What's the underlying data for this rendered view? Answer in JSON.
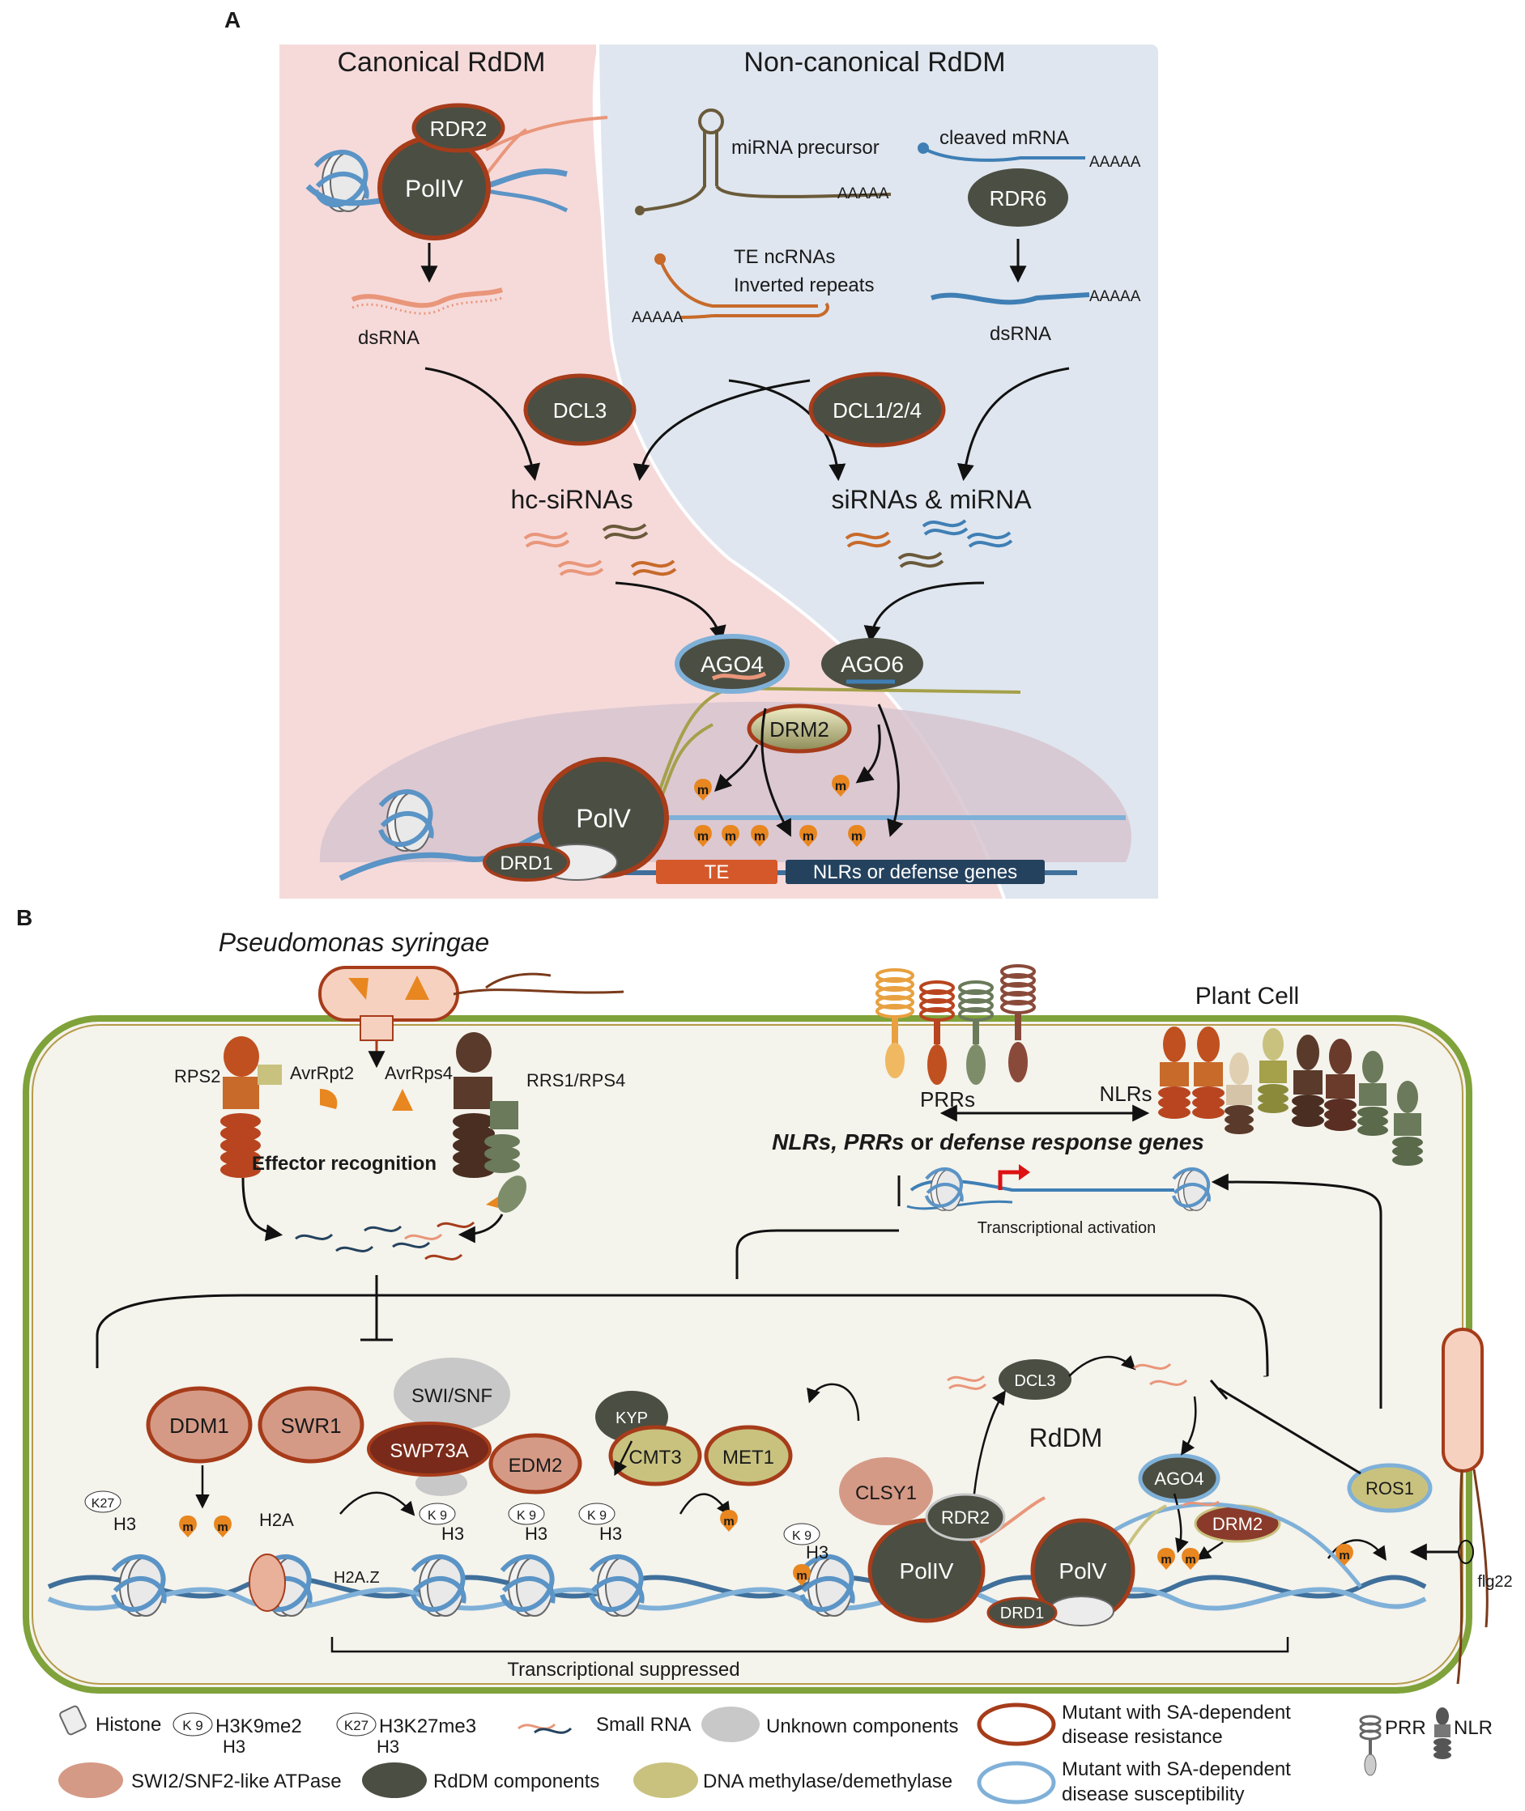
{
  "panel_a": {
    "panel_label": "A",
    "canonical_title": "Canonical RdDM",
    "noncanonical_title": "Non-canonical RdDM",
    "colors": {
      "canonical_bg": "#f6dada",
      "noncanonical_bg": "#dfe6ef",
      "nucleus": "#d7c4cf",
      "dark": "#4b4e42",
      "rust": "#a63c1a",
      "salmon": "#e9967a",
      "olive_brown": "#8a6a2e",
      "orange_rna": "#c76a2a",
      "blue_rna": "#3f7fb5",
      "dna_blue": "#5b94c6",
      "methyl": "#e8861f"
    },
    "rdr2": "RDR2",
    "pol4": "PolIV",
    "dsrna_left": "dsRNA",
    "mirna_precursor": "miRNA precursor",
    "mirna_polya": "AAAAA",
    "cleaved_mrna": "cleaved mRNA",
    "cleaved_polya": "AAAAA",
    "rdr6": "RDR6",
    "te_ncrnas_1": "TE ncRNAs",
    "te_ncrnas_2": "Inverted repeats",
    "te_polya": "AAAAA",
    "dsrna_right": "dsRNA",
    "dsrna_right_polya": "AAAAA",
    "dcl3": "DCL3",
    "dcl124": "DCL1/2/4",
    "hc_sirnas": "hc-siRNAs",
    "sirnas_mirna": "siRNAs & miRNA",
    "ago4": "AGO4",
    "ago6": "AGO6",
    "drm2": "DRM2",
    "pol5": "PolV",
    "drd1": "DRD1",
    "te": "TE",
    "nlrs_defense": "NLRs or defense genes",
    "methyl_mark": "m"
  },
  "panel_b": {
    "panel_label": "B",
    "pathogen": "Pseudomonas syringae",
    "plant_cell": "Plant Cell",
    "rps2": "RPS2",
    "avrrpt2": "AvrRpt2",
    "avrrps4": "AvrRps4",
    "rrs1": "RRS1/RPS4",
    "effector_recognition": "Effector recognition",
    "prrs": "PRRs",
    "nlrs": "NLRs",
    "genes_title_1": "NLRs, PRRs",
    "genes_title_or": " or ",
    "genes_title_2": "defense response genes",
    "transcriptional_activation": "Transcriptional activation",
    "swi_snf": "SWI/SNF",
    "ddm1": "DDM1",
    "swr1": "SWR1",
    "swp73a": "SWP73A",
    "kyp": "KYP",
    "edm2": "EDM2",
    "cmt3": "CMT3",
    "met1": "MET1",
    "clsy1": "CLSY1",
    "dcl3": "DCL3",
    "rddm": "RdDM",
    "ago4": "AGO4",
    "drm2": "DRM2",
    "ros1": "ROS1",
    "rdr2": "RDR2",
    "pol4": "PolIV",
    "pol5": "PolV",
    "drd1": "DRD1",
    "flg22": "flg22",
    "h2a": "H2A",
    "h2az": "H2A.Z",
    "h3": "H3",
    "k9": "K 9",
    "k27": "K27",
    "methyl_mark": "m",
    "transcriptional_suppressed": "Transcriptional suppressed",
    "colors": {
      "cell_wall": "#7fa23a",
      "cytoplasm": "#f4f3ec",
      "swi_snf": "#d59a86",
      "rddm": "#4b4e42",
      "dna_methylase": "#c9c27f",
      "unknown": "#c8c8c8",
      "resistance_ring": "#a63c1a",
      "susceptibility_ring": "#7fb0d8"
    }
  },
  "legend": {
    "histone": "Histone",
    "h3k9me2": "H3K9me2",
    "h3k27me3": "H3K27me3",
    "h3": "H3",
    "k9": "K 9",
    "k27": "K27",
    "small_rna": "Small RNA",
    "unknown_components": "Unknown components",
    "mutant_resistance_1": "Mutant with SA-dependent",
    "mutant_resistance_2": "disease resistance",
    "mutant_susceptibility_1": "Mutant with SA-dependent",
    "mutant_susceptibility_2": "disease susceptibility",
    "swi2_snf2": "SWI2/SNF2-like ATPase",
    "rddm_components": "RdDM components",
    "dna_methylase": "DNA methylase/demethylase",
    "prr": "PRR",
    "nlr": "NLR"
  }
}
